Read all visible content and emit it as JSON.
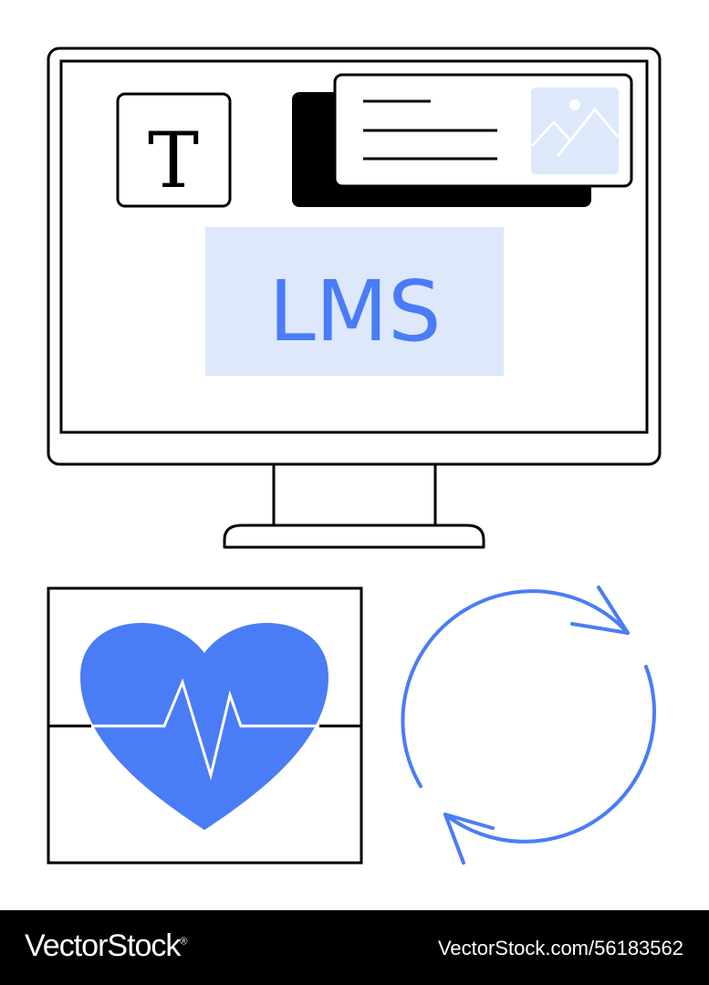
{
  "colors": {
    "accent": "#4a7cf6",
    "accent_light": "#dde8fb",
    "stroke": "#000000",
    "background": "#ffffff"
  },
  "icons": [
    "text-tool-icon",
    "image-card-icon",
    "image-placeholder-icon",
    "heart-pulse-icon",
    "refresh-cycle-icon"
  ],
  "monitor": {
    "text_tool_letter": "T",
    "title": "LMS"
  },
  "footer": {
    "brand": "VectorStock",
    "brand_mark": "®",
    "image_id": "VectorStock.com/56183562"
  }
}
